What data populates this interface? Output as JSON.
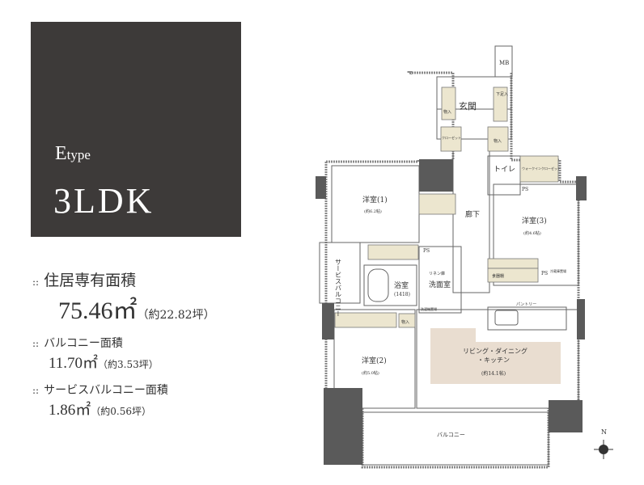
{
  "type_box": {
    "type_letter": "E",
    "type_word": "type",
    "layout": "3LDK"
  },
  "specs": [
    {
      "marker": "::",
      "label": "住居専有面積",
      "value": "75.46㎡",
      "tsubo": "（約22.82坪）"
    },
    {
      "marker": "::",
      "label": "バルコニー面積",
      "value": "11.70㎡",
      "tsubo": "（約3.53坪）"
    },
    {
      "marker": "::",
      "label": "サービスバルコニー面積",
      "value": "1.86㎡",
      "tsubo": "（約0.56坪）"
    }
  ],
  "plan": {
    "mb": "MB",
    "genkan": "玄関",
    "getabako": "下足入",
    "storage": "物入",
    "closet": "クローゼット",
    "toilet": "トイレ",
    "wic": "ウォークインクローゼット",
    "room1": {
      "name": "洋室(1)",
      "size": "(約6.2帖)"
    },
    "room2": {
      "name": "洋室(2)",
      "size": "(約5.0帖)"
    },
    "room3": {
      "name": "洋室(3)",
      "size": "(約4.6帖)"
    },
    "hallway": "廊下",
    "ps": "PS",
    "service_balcony": "サービスバルコニー",
    "bath": {
      "name": "浴室",
      "size": "(1418)"
    },
    "washroom": "洗面室",
    "linen": "リネン庫",
    "dryer": "洗濯機置場",
    "fridge": "冷蔵庫置場",
    "pantry": "パントリー",
    "food_storage": "食器棚",
    "ldk": {
      "name": "リビング・ダイニング",
      "name2": "・キッチン",
      "size": "(約14.1帖)"
    },
    "balcony": "バルコニー",
    "north": "N"
  },
  "colors": {
    "dark": "#3d3a39",
    "storage": "#ece6cf",
    "ldk": "#e9ddd0",
    "wall": "#5a5a5a"
  }
}
